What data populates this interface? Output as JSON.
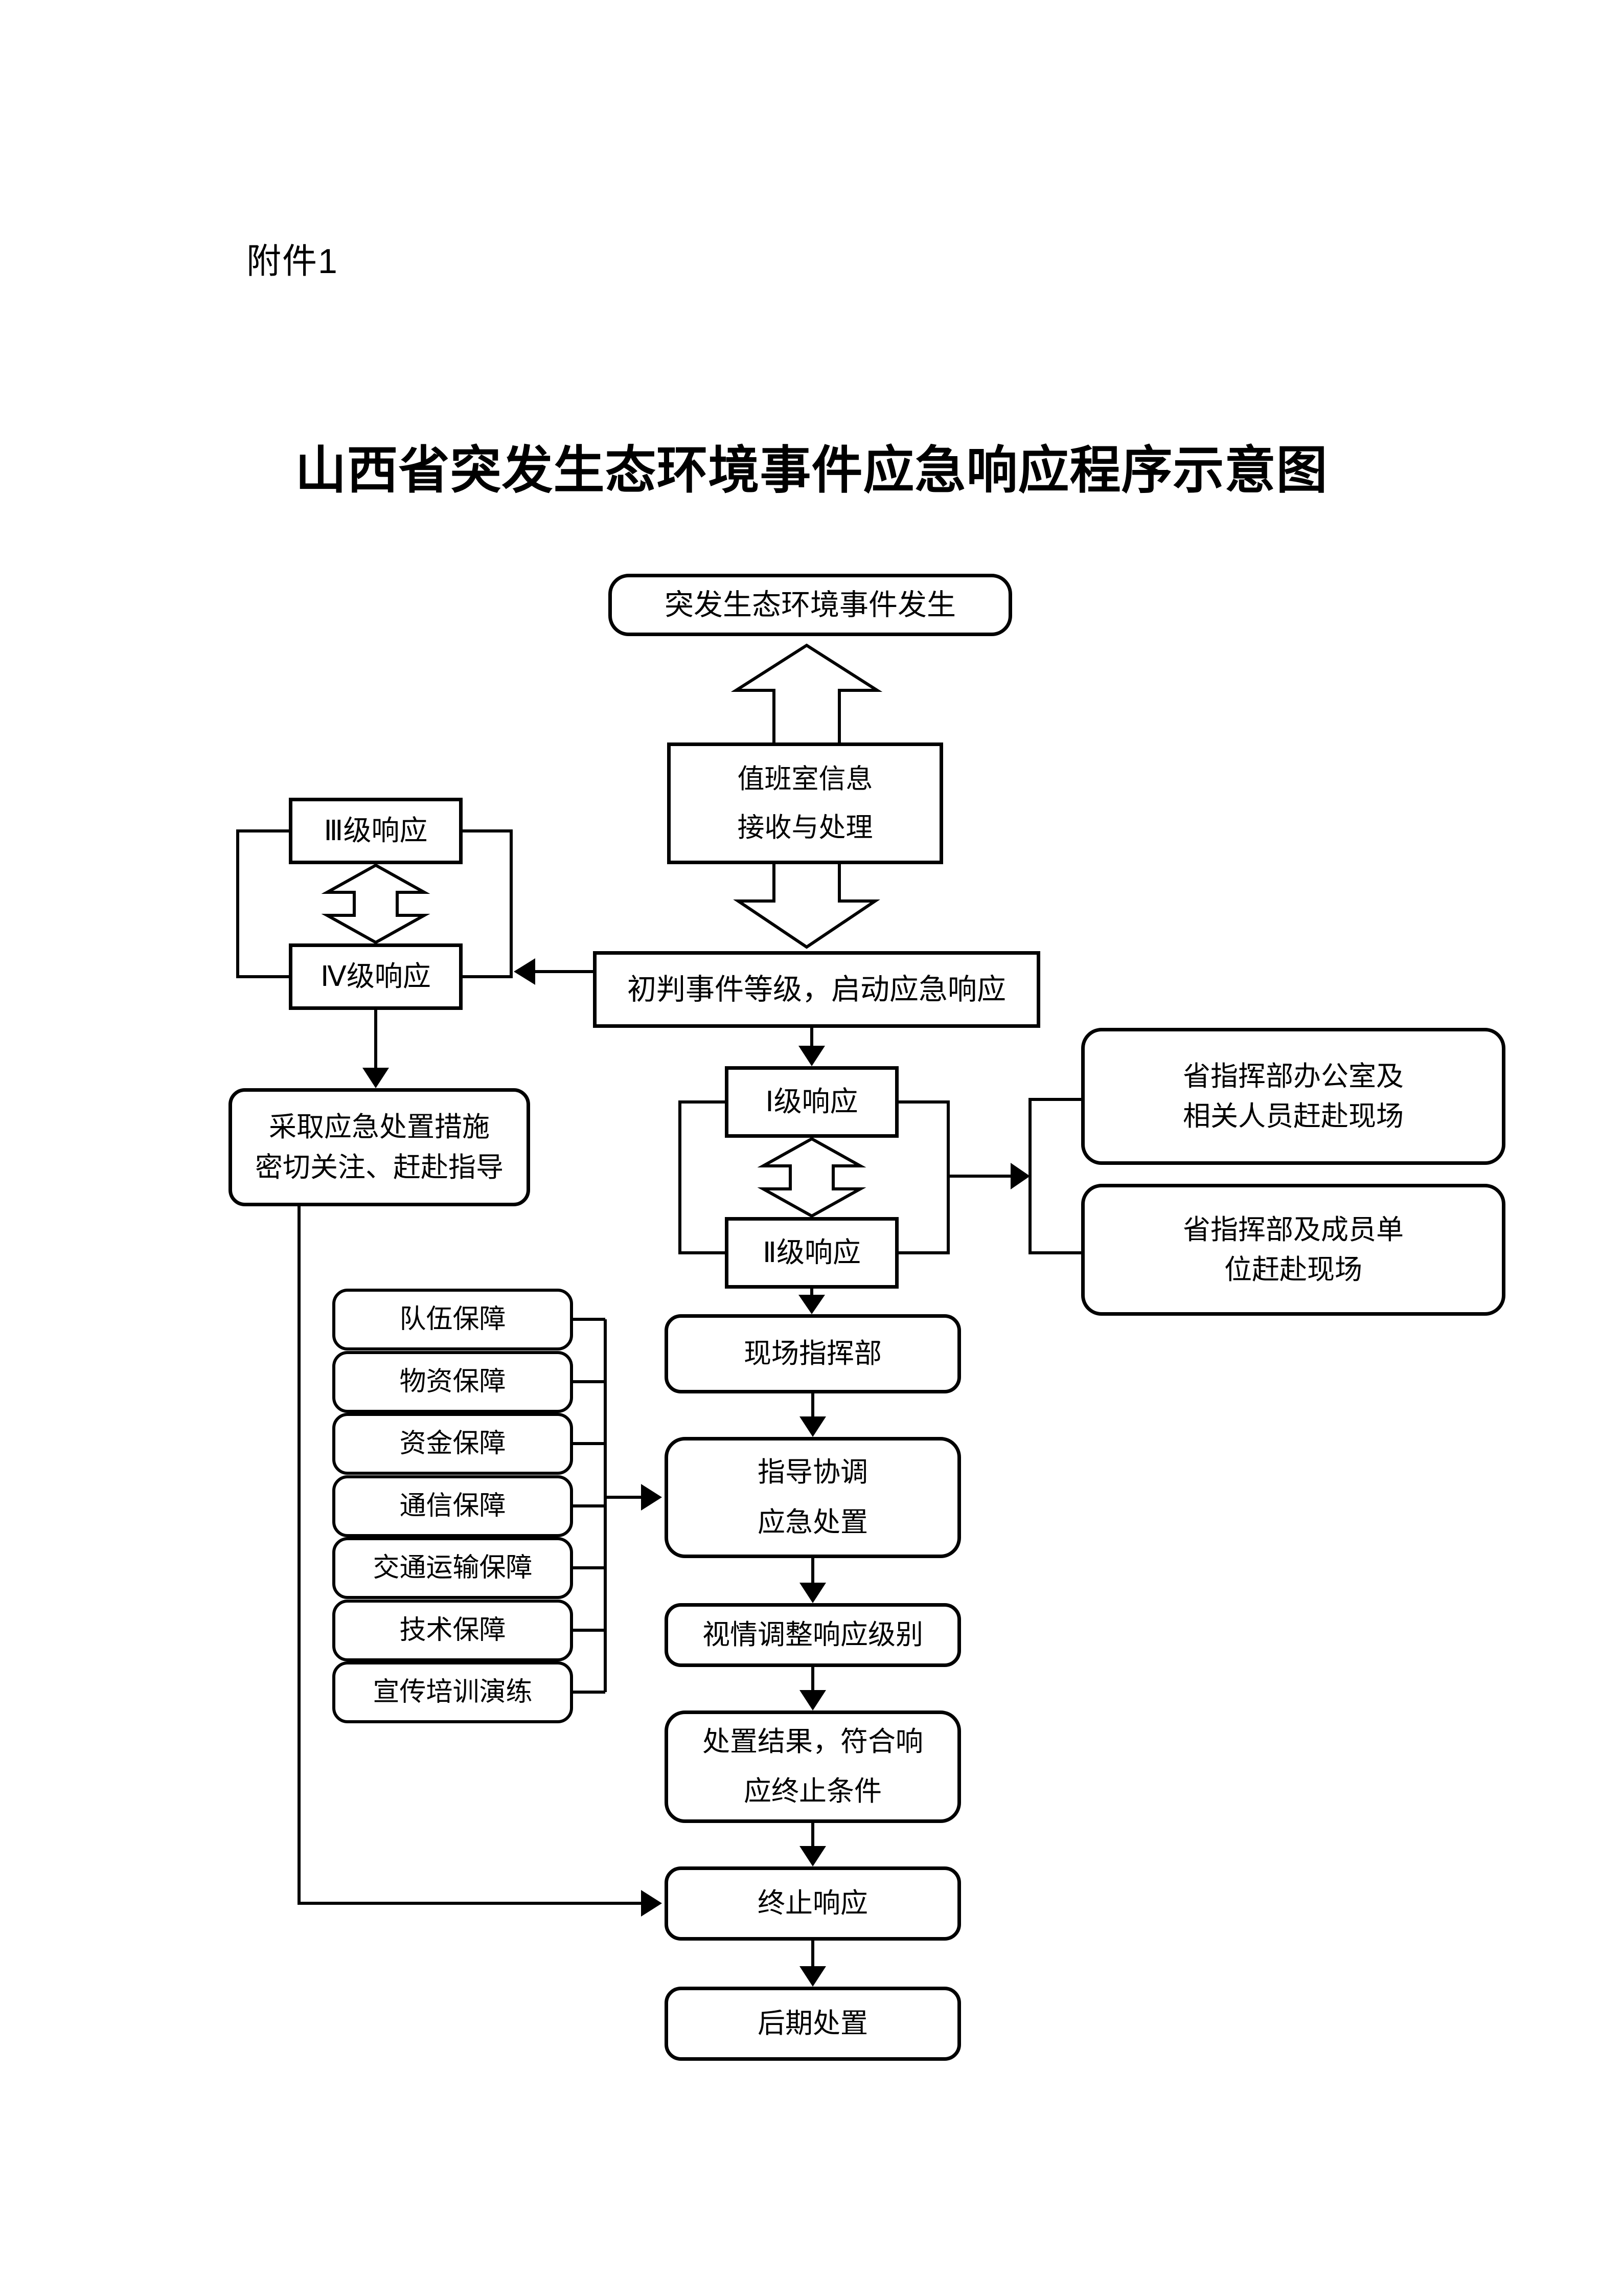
{
  "page": {
    "attachment_label": "附件1",
    "title": "山西省突发生态环境事件应急响应程序示意图"
  },
  "flowchart": {
    "start": {
      "label": "突发生态环境事件发生"
    },
    "duty_room": {
      "line1": "值班室信息",
      "line2": "接收与处理"
    },
    "initial_judgment": {
      "label": "初判事件等级，启动应急响应"
    },
    "level3": {
      "label": "Ⅲ级响应"
    },
    "level4": {
      "label": "Ⅳ级响应"
    },
    "take_measures": {
      "line1": "采取应急处置措施",
      "line2": "密切关注、赶赴指导"
    },
    "level1": {
      "label": "Ⅰ级响应"
    },
    "level2": {
      "label": "Ⅱ级响应"
    },
    "hq_office": {
      "line1": "省指挥部办公室及",
      "line2": "相关人员赶赴现场"
    },
    "hq_members": {
      "line1": "省指挥部及成员单",
      "line2": "位赶赴现场"
    },
    "field_hq": {
      "label": "现场指挥部"
    },
    "guide": {
      "line1": "指导协调",
      "line2": "应急处置"
    },
    "adjust": {
      "label": "视情调整响应级别"
    },
    "result": {
      "line1": "处置结果，符合响",
      "line2": "应终止条件"
    },
    "terminate": {
      "label": "终止响应"
    },
    "post": {
      "label": "后期处置"
    },
    "supports": [
      {
        "label": "队伍保障"
      },
      {
        "label": "物资保障"
      },
      {
        "label": "资金保障"
      },
      {
        "label": "通信保障"
      },
      {
        "label": "交通运输保障"
      },
      {
        "label": "技术保障"
      },
      {
        "label": "宣传培训演练"
      }
    ]
  },
  "colors": {
    "ink": "#000000",
    "paper": "#ffffff"
  }
}
